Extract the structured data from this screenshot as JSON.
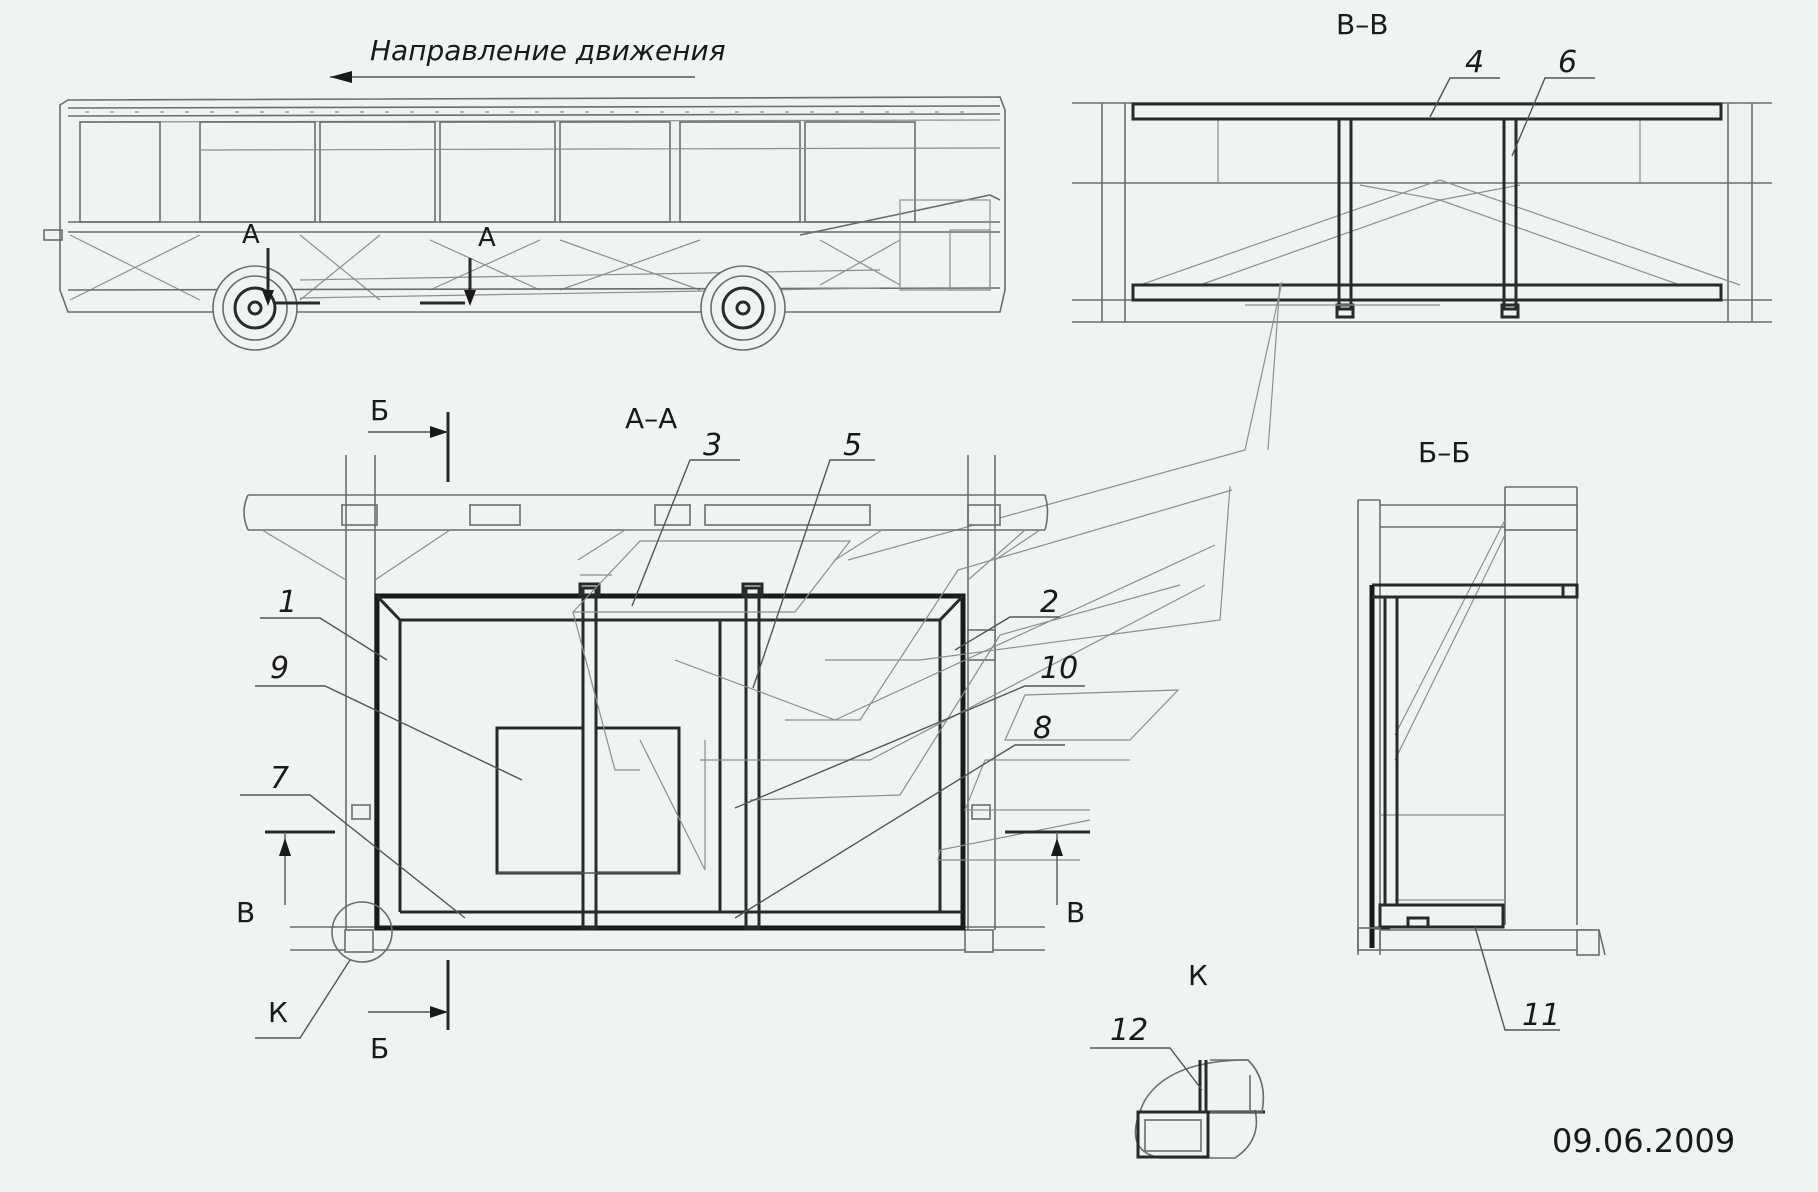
{
  "direction_label": "Направление движения",
  "sections": {
    "aa": "А–А",
    "bb": "Б–Б",
    "vv": "В–В",
    "k": "К"
  },
  "markers": {
    "a": "А",
    "b": "Б",
    "v": "В",
    "k": "К"
  },
  "callouts": [
    "1",
    "2",
    "3",
    "4",
    "5",
    "6",
    "7",
    "8",
    "9",
    "10",
    "11",
    "12"
  ],
  "date": "09.06.2009",
  "colors": {
    "line": "#6a6e6b",
    "heavy": "#1a1a1a",
    "background": "#f0f4f1"
  }
}
